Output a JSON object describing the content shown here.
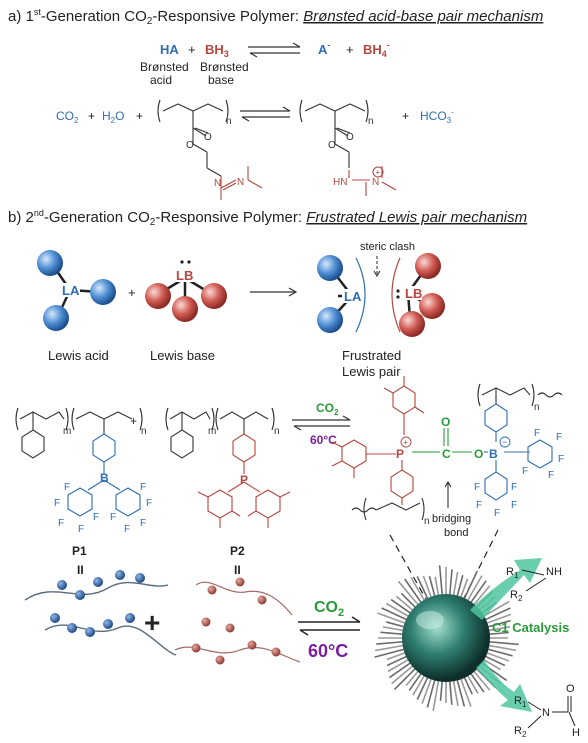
{
  "section_a": {
    "prefix": "a) 1",
    "sup": "st",
    "title_rest": "-Generation CO",
    "sub2": "2",
    "title_tail": "-Responsive Polymer: ",
    "mechanism": "Brønsted acid-base pair mechanism",
    "eq1": {
      "ha": "HA",
      "plus1": "+",
      "bh3": "BH3",
      "a_minus": "A-",
      "plus2": "+",
      "bh4": "BH4-"
    },
    "label_acid": [
      "Brønsted",
      "acid"
    ],
    "label_base": [
      "Brønsted",
      "base"
    ],
    "eq2": {
      "co2": "CO2",
      "plus1": "+",
      "h2o": "H2O",
      "plus2": "+",
      "plus3": "+",
      "hco3": "HCO3-",
      "n1": "n",
      "n2": "n",
      "amidine_n": "N",
      "amidine_n2": "N",
      "hn": "HN",
      "n_plus": "N"
    }
  },
  "section_b": {
    "prefix": "b) 2",
    "sup": "nd",
    "title_rest": "-Generation CO",
    "sub2": "2",
    "title_tail": "-Responsive Polymer: ",
    "mechanism": "Frustrated Lewis pair mechanism",
    "la": "LA",
    "lb": "LB",
    "plus": "+",
    "lewis_acid": "Lewis acid",
    "lewis_base": "Lewis base",
    "steric_clash": "steric clash",
    "frustrated": [
      "Frustrated",
      "Lewis pair"
    ],
    "co2_arrow": "CO2",
    "heat_arrow": "60°C",
    "p1": "P1",
    "p2": "P2",
    "ii": "II",
    "m": "m",
    "n": "n",
    "B": "B",
    "P": "P",
    "F": "F",
    "C": "C",
    "O": "O",
    "bridging": [
      "bridging",
      "bond"
    ],
    "co2_big": "CO2",
    "heat_big": "60°C",
    "c1": "C1 Catalysis",
    "amine": {
      "r1": "R1",
      "nh": "NH",
      "r2": "R2"
    },
    "formamide": {
      "r1": "R1",
      "n": "N",
      "r2": "R2",
      "o": "O",
      "h": "H"
    }
  },
  "colors": {
    "blue": "#2f6db5",
    "red": "#b5473f",
    "green": "#2a9a3a",
    "purple": "#7a1fa0",
    "teal": "#4fc6a0",
    "dark": "#333333"
  }
}
